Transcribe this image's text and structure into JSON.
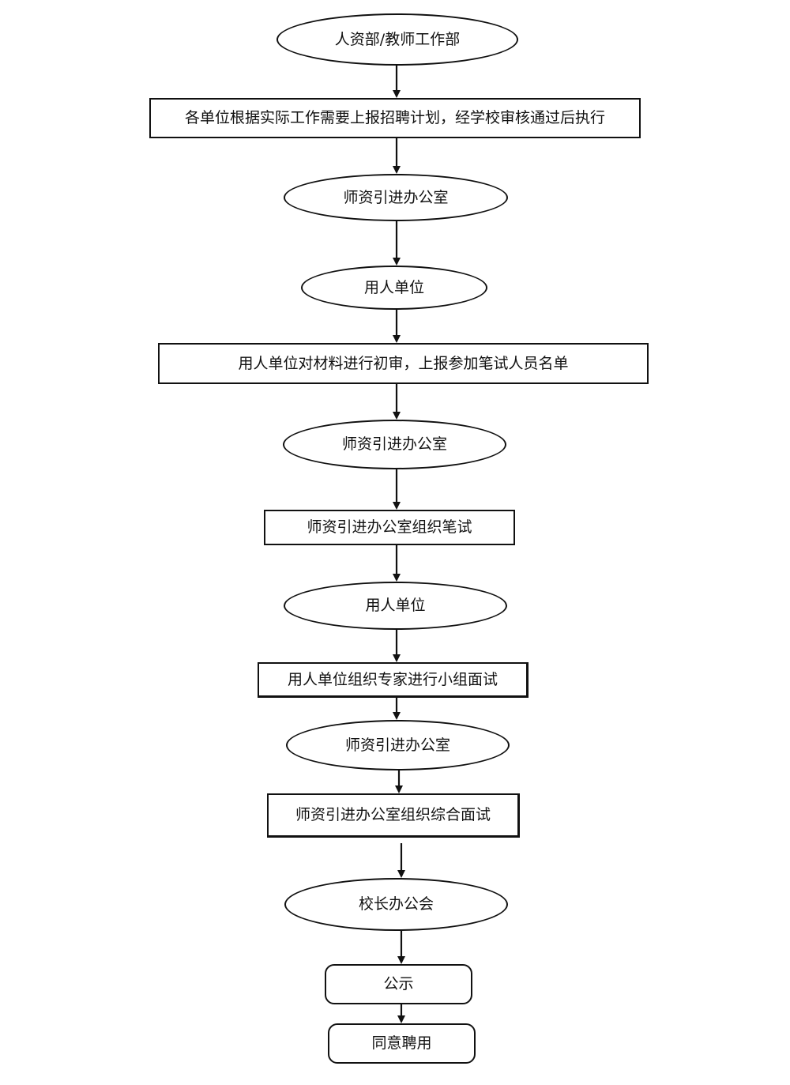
{
  "flowchart": {
    "steps": [
      {
        "id": "s1",
        "shape": "ellipse",
        "label": "人资部/教师工作部"
      },
      {
        "id": "s2",
        "shape": "rect",
        "label": "各单位根据实际工作需要上报招聘计划，经学校审核通过后执行"
      },
      {
        "id": "s3",
        "shape": "ellipse",
        "label": "师资引进办公室"
      },
      {
        "id": "s4",
        "shape": "ellipse",
        "label": "用人单位"
      },
      {
        "id": "s5",
        "shape": "rect",
        "label": "用人单位对材料进行初审，上报参加笔试人员名单"
      },
      {
        "id": "s6",
        "shape": "ellipse",
        "label": "师资引进办公室"
      },
      {
        "id": "s7",
        "shape": "rect",
        "label": "师资引进办公室组织笔试"
      },
      {
        "id": "s8",
        "shape": "ellipse",
        "label": "用人单位"
      },
      {
        "id": "s9",
        "shape": "rect",
        "label": "用人单位组织专家进行小组面试"
      },
      {
        "id": "s10",
        "shape": "ellipse",
        "label": "师资引进办公室"
      },
      {
        "id": "s11",
        "shape": "rect",
        "label": "师资引进办公室组织综合面试"
      },
      {
        "id": "s12",
        "shape": "ellipse",
        "label": "校长办公会"
      },
      {
        "id": "s13",
        "shape": "rounded",
        "label": "公示"
      },
      {
        "id": "s14",
        "shape": "rounded",
        "label": "同意聘用"
      }
    ]
  }
}
